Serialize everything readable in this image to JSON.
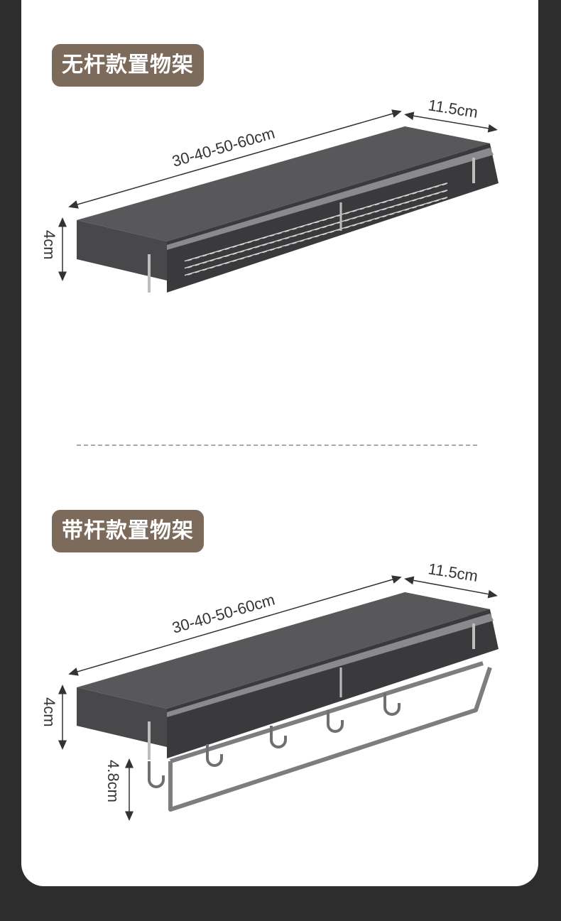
{
  "section1": {
    "title": "无杆款置物架",
    "length_label": "30-40-50-60cm",
    "depth_label": "11.5cm",
    "height_label": "4cm"
  },
  "section2": {
    "title": "带杆款置物架",
    "length_label": "30-40-50-60cm",
    "depth_label": "11.5cm",
    "height_label": "4cm",
    "bar_height_label": "4.8cm"
  },
  "colors": {
    "background": "#2d2d2d",
    "card": "#ffffff",
    "badge": "#7c6a5b",
    "shelf": "#4a4a4c"
  }
}
